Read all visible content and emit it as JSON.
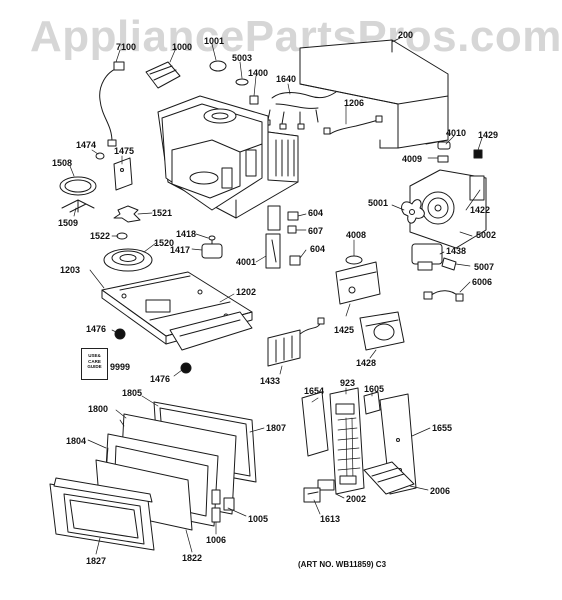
{
  "watermark": "AppliancePartsPros.com",
  "art_number": "(ART NO. WB11859) C3",
  "booklet_text": "USE& CARE GUIDE",
  "part_labels": {
    "p7100": "7100",
    "p1001": "1001",
    "p1000": "1000",
    "p5003": "5003",
    "p1400": "1400",
    "p1640": "1640",
    "p200": "200",
    "p1206": "1206",
    "p4010": "4010",
    "p1429": "1429",
    "p4009": "4009",
    "p1474": "1474",
    "p1475": "1475",
    "p1508": "1508",
    "p1509": "1509",
    "p1521": "1521",
    "p1522": "1522",
    "p1520": "1520",
    "p1418": "1418",
    "p1417": "1417",
    "p604a": "604",
    "p607": "607",
    "p604b": "604",
    "p4001": "4001",
    "p5001": "5001",
    "p1422": "1422",
    "p4008": "4008",
    "p5002": "5002",
    "p1438": "1438",
    "p5007": "5007",
    "p6006": "6006",
    "p1203": "1203",
    "p1202": "1202",
    "p1425": "1425",
    "p1476a": "1476",
    "p9999": "9999",
    "p1476b": "1476",
    "p1433": "1433",
    "p1428": "1428",
    "p1654": "1654",
    "p923": "923",
    "p1605": "1605",
    "p1805": "1805",
    "p1800": "1800",
    "p1807": "1807",
    "p1655": "1655",
    "p1804": "1804",
    "p2006": "2006",
    "p2002": "2002",
    "p1005": "1005",
    "p1613": "1613",
    "p1006": "1006",
    "p1827": "1827",
    "p1822": "1822"
  }
}
